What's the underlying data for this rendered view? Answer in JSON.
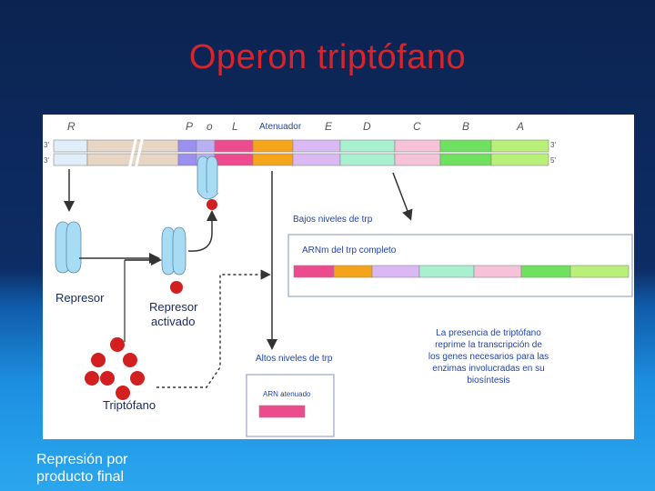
{
  "title": "Operon triptófano",
  "caption": {
    "line1": "Represión por",
    "line2": "producto final"
  },
  "operon_labels": {
    "R": "R",
    "P": "P",
    "O": "o",
    "L": "L",
    "attenuator": "Atenuador",
    "E": "E",
    "D": "D",
    "C": "C",
    "B": "B",
    "A": "A"
  },
  "strand_labels": {
    "left_top": "3'",
    "left_bottom": "3'",
    "right_top": "3'",
    "right_bottom": "5'"
  },
  "low_levels": "Bajos niveles de trp",
  "mrna_complete": "ARNm del trp completo",
  "high_levels": "Altos niveles de trp",
  "mrna_attenuated": "ARN atenuado",
  "repressor": "Represor",
  "repressor_activated": [
    "Represor",
    "activado"
  ],
  "tryptophan": "Triptófano",
  "explanation": [
    "La presencia de triptófano",
    "reprime la transcripción de",
    "los genes necesarios para las",
    "enzimas involucradas en su",
    "biosíntesis"
  ],
  "colors": {
    "title": "#d8242a",
    "R_gene": "#e8d6c4",
    "lead_gene": "#dfeef9",
    "P": "#9b8ff0",
    "O": "#b9b0f4",
    "L": "#ec4c8e",
    "attenuator": "#f4a41a",
    "E": "#d9b8f4",
    "D": "#a8f0d0",
    "C": "#f6c2d8",
    "B": "#6fe060",
    "A": "#b8f07a",
    "repressor": "#a8dcf4",
    "tryptophan": "#d21f1f"
  }
}
